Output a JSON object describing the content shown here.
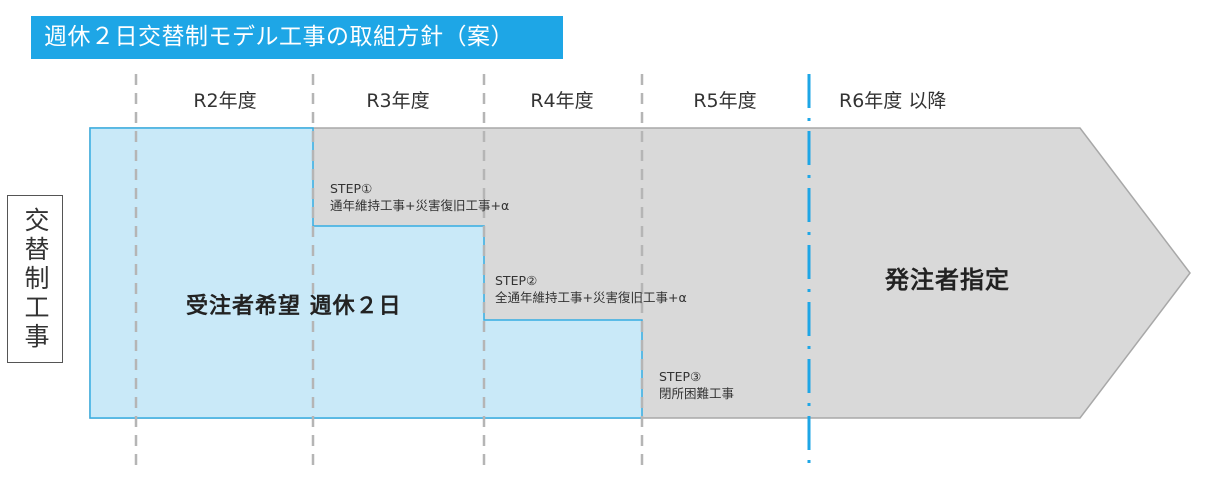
{
  "title": "週休２日交替制モデル工事の取組方針（案）",
  "side_label": "交替制工事",
  "years": [
    "R2年度",
    "R3年度",
    "R4年度",
    "R5年度",
    "R6年度 以降"
  ],
  "worker_label": "受注者希望 週休２日",
  "owner_label": "発注者指定",
  "steps": [
    {
      "name": "STEP①",
      "desc": "通年維持工事+災害復旧工事+α"
    },
    {
      "name": "STEP②",
      "desc": "全通年維持工事+災害復旧工事+α"
    },
    {
      "name": "STEP③",
      "desc": "閉所困難工事"
    }
  ],
  "colors": {
    "title_bg": "#1ea6e6",
    "light_blue": "#c9e9f8",
    "blue_border": "#35aee3",
    "gray": "#d9d9d9",
    "gray_border": "#a8a8a8",
    "divider_blue": "#1ea6e6",
    "divider_gray": "#b5b5b5"
  }
}
